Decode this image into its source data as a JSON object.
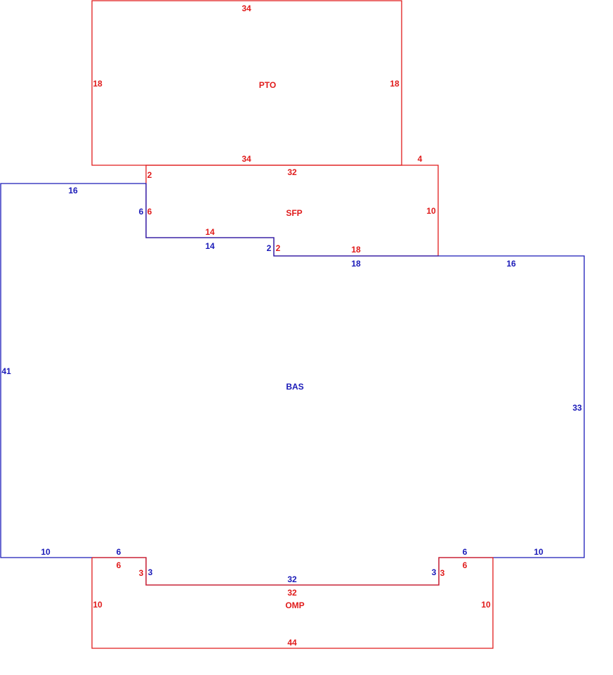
{
  "colors": {
    "red": "#e01b1b",
    "blue": "#1a1ab8"
  },
  "areas": {
    "pto": {
      "name": "PTO",
      "dims": {
        "top": "34",
        "left": "18",
        "right": "18",
        "bottom": "34"
      }
    },
    "sfp": {
      "name": "SFP",
      "dims": {
        "top": "32",
        "left": "2",
        "inner_left": "6",
        "step_top": "14",
        "step_side": "2",
        "bottom": "18",
        "right": "10",
        "pto_overhang": "4"
      }
    },
    "bas": {
      "name": "BAS",
      "dims": {
        "top_left": "16",
        "left_step": "6",
        "step_top": "14",
        "step_side": "2",
        "mid_top": "18",
        "top_right": "16",
        "left": "41",
        "right": "33",
        "bottom_left": "10",
        "bottom_left_step": "6",
        "notch_left": "3",
        "notch_bottom": "32",
        "notch_right": "3",
        "bottom_right_step": "6",
        "bottom_right": "10"
      }
    },
    "omp": {
      "name": "OMP",
      "dims": {
        "top_left": "6",
        "notch_left": "3",
        "left": "10",
        "top": "32",
        "notch_right": "3",
        "top_right": "6",
        "right": "10",
        "bottom": "44"
      }
    }
  }
}
